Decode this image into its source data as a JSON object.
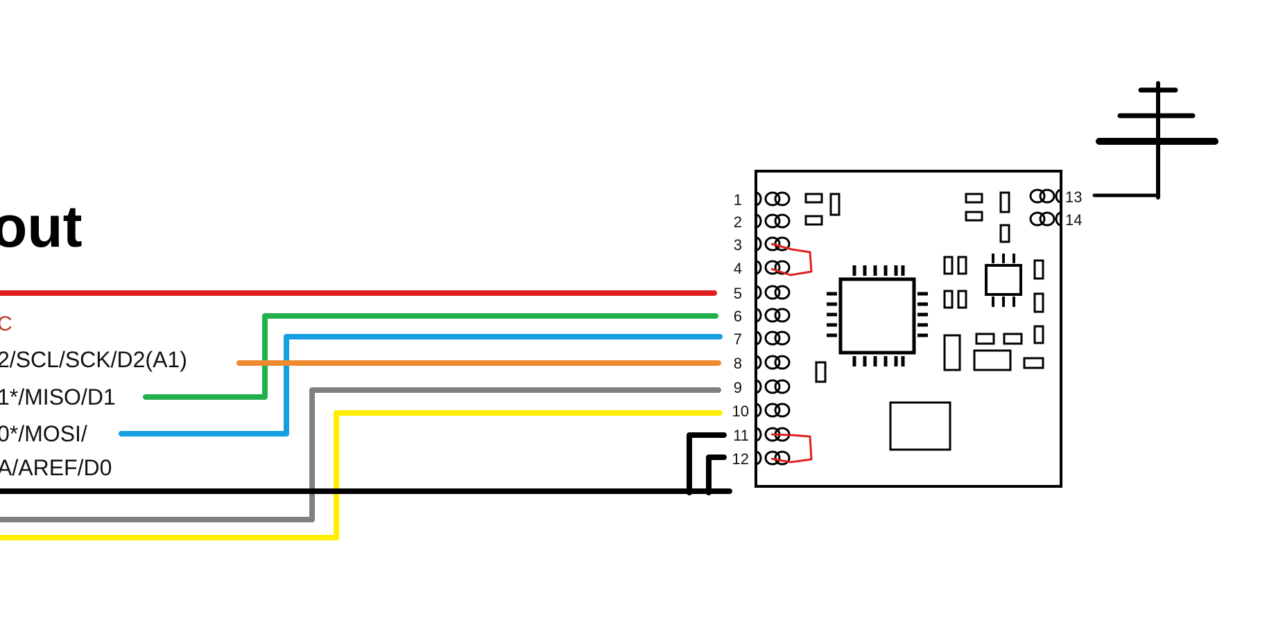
{
  "title": "out",
  "signal_labels": [
    {
      "id": "vcc",
      "text": "C",
      "color": "#c0392b"
    },
    {
      "id": "sck",
      "text": "2/SCL/SCK/D2(A1)",
      "color": "#111111"
    },
    {
      "id": "miso",
      "text": "1*/MISO/D1",
      "color": "#111111"
    },
    {
      "id": "mosi",
      "text": "0*/MOSI/",
      "color": "#111111"
    },
    {
      "id": "aref",
      "text": "A/AREF/D0",
      "color": "#111111"
    }
  ],
  "module": {
    "left_pins": [
      "1",
      "2",
      "3",
      "4",
      "5",
      "6",
      "7",
      "8",
      "9",
      "10",
      "11",
      "12"
    ],
    "right_pins": [
      "13",
      "14"
    ]
  },
  "wire_colors": {
    "red": "#e02020",
    "green": "#22b04b",
    "blue": "#14a0e0",
    "orange": "#f08a30",
    "gray": "#808080",
    "yellow": "#ffee00",
    "black": "#000000",
    "jumper": "#e02020"
  },
  "icons": [
    "antenna-icon",
    "ic-chip-icon"
  ]
}
